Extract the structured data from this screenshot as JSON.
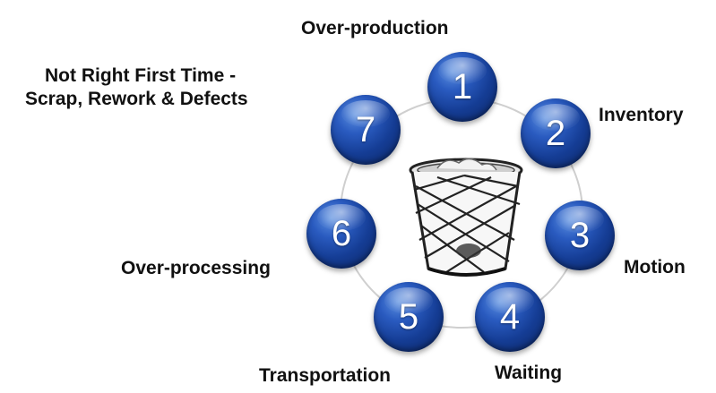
{
  "colors": {
    "node_fill": "#153d95",
    "node_highlight": "#5b8fe0",
    "ring_line": "#cfcfcf",
    "label_text": "#111111"
  },
  "center_icon": "wastebasket-icon",
  "steps": [
    {
      "number": "1",
      "label": "Over-production"
    },
    {
      "number": "2",
      "label": "Inventory"
    },
    {
      "number": "3",
      "label": "Motion"
    },
    {
      "number": "4",
      "label": "Waiting"
    },
    {
      "number": "5",
      "label": "Transportation"
    },
    {
      "number": "6",
      "label": "Over-processing"
    },
    {
      "number": "7",
      "label_line1": "Not Right First Time -",
      "label_line2": "Scrap, Rework & Defects"
    }
  ]
}
